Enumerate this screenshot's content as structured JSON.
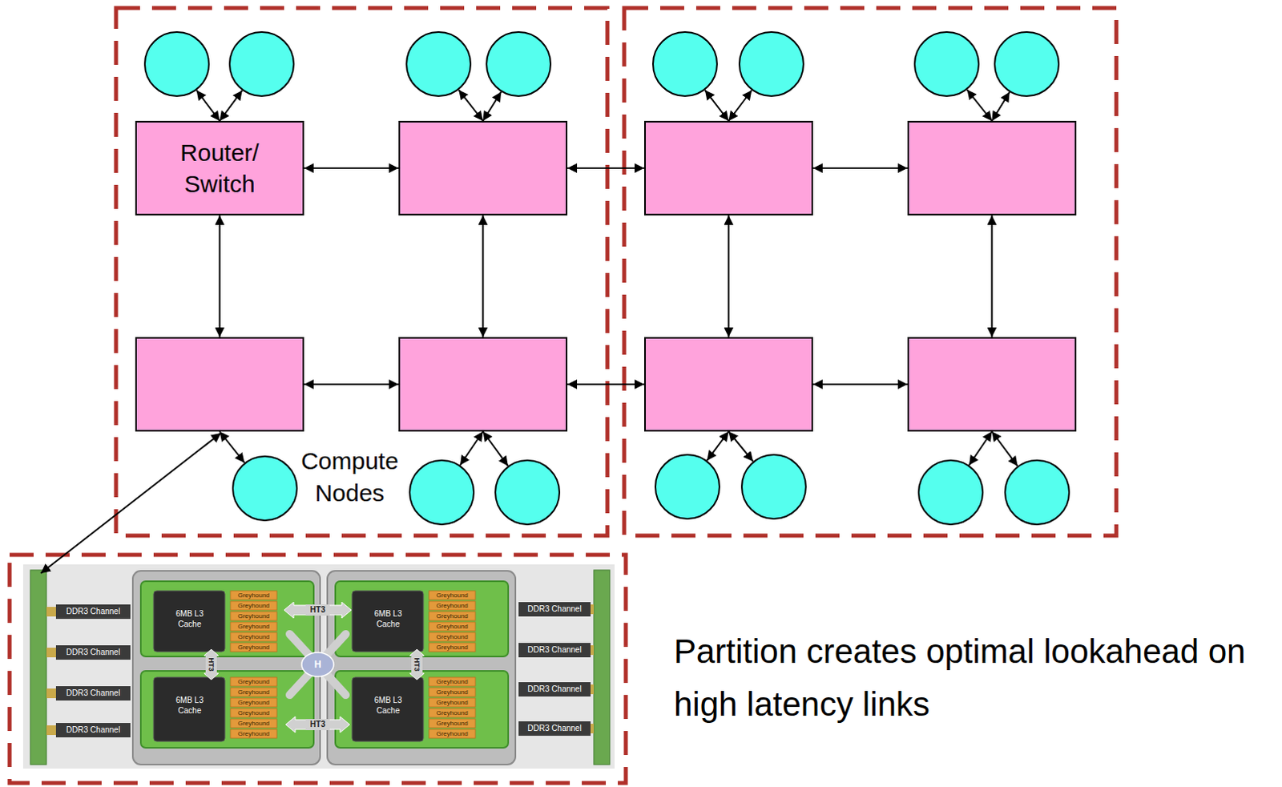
{
  "diagram": {
    "caption": "Partition creates optimal lookahead on high latency links",
    "nodes": [
      {
        "text": []
      },
      {
        "text": []
      },
      {
        "text": []
      },
      {
        "text": []
      },
      {
        "text": []
      },
      {
        "text": []
      },
      {
        "text": []
      },
      {
        "text": []
      },
      {
        "text": [
          "Router/ Switch"
        ]
      },
      {
        "text": []
      },
      {
        "text": []
      },
      {
        "text": []
      },
      {
        "text": []
      },
      {
        "text": []
      },
      {
        "text": []
      },
      {
        "text": []
      },
      {
        "text": []
      },
      {
        "text": []
      },
      {
        "text": []
      },
      {
        "text": []
      },
      {
        "text": []
      },
      {
        "text": []
      },
      {
        "text": []
      }
    ],
    "edges": [
      {
        "from": 0,
        "to": 8,
        "arrow": "both"
      },
      {
        "from": 1,
        "to": 8,
        "arrow": "both"
      },
      {
        "from": 2,
        "to": 9,
        "arrow": "both"
      },
      {
        "from": 3,
        "to": 9,
        "arrow": "both"
      },
      {
        "from": 4,
        "to": 10,
        "arrow": "both"
      },
      {
        "from": 5,
        "to": 10,
        "arrow": "both"
      },
      {
        "from": 6,
        "to": 11,
        "arrow": "both"
      },
      {
        "from": 7,
        "to": 11,
        "arrow": "both"
      },
      {
        "from": 8,
        "to": 9,
        "arrow": "both"
      },
      {
        "from": 9,
        "to": 10,
        "arrow": "both"
      },
      {
        "from": 10,
        "to": 11,
        "arrow": "both"
      },
      {
        "from": 8,
        "to": 12,
        "arrow": "both"
      },
      {
        "from": 9,
        "to": 13,
        "arrow": "both"
      },
      {
        "from": 10,
        "to": 14,
        "arrow": "both"
      },
      {
        "from": 11,
        "to": 15,
        "arrow": "both"
      },
      {
        "from": 12,
        "to": 13,
        "arrow": "both"
      },
      {
        "from": 13,
        "to": 14,
        "arrow": "both"
      },
      {
        "from": 14,
        "to": 15,
        "arrow": "both"
      },
      {
        "from": 12,
        "to": 16,
        "arrow": "both"
      },
      {
        "from": 13,
        "to": 17,
        "arrow": "both"
      },
      {
        "from": 13,
        "to": 18,
        "arrow": "both"
      },
      {
        "from": 14,
        "to": 19,
        "arrow": "both"
      },
      {
        "from": 14,
        "to": 20,
        "arrow": "both"
      },
      {
        "from": 15,
        "to": 21,
        "arrow": "both"
      },
      {
        "from": 15,
        "to": 22,
        "arrow": "both"
      }
    ],
    "labels": [
      "Compute Nodes",
      "DDR3 Channel",
      "DDR3 Channel",
      "DDR3 Channel",
      "DDR3 Channel",
      "DDR3 Channel",
      "DDR3 Channel",
      "DDR3 Channel",
      "DDR3 Channel",
      "6MB L3 Cache",
      "6MB L3 Cache",
      "6MB L3 Cache",
      "6MB L3 Cache",
      "Greyhound",
      "Greyhound",
      "Greyhound",
      "Greyhound",
      "Greyhound",
      "Greyhound",
      "Greyhound",
      "Greyhound",
      "Greyhound",
      "Greyhound",
      "Greyhound",
      "Greyhound",
      "Greyhound",
      "Greyhound",
      "Greyhound",
      "Greyhound",
      "Greyhound",
      "Greyhound",
      "Greyhound",
      "Greyhound",
      "Greyhound",
      "Greyhound",
      "Greyhound",
      "Greyhound",
      "HT3",
      "HT3",
      "HT3",
      "HT3",
      "H"
    ]
  }
}
